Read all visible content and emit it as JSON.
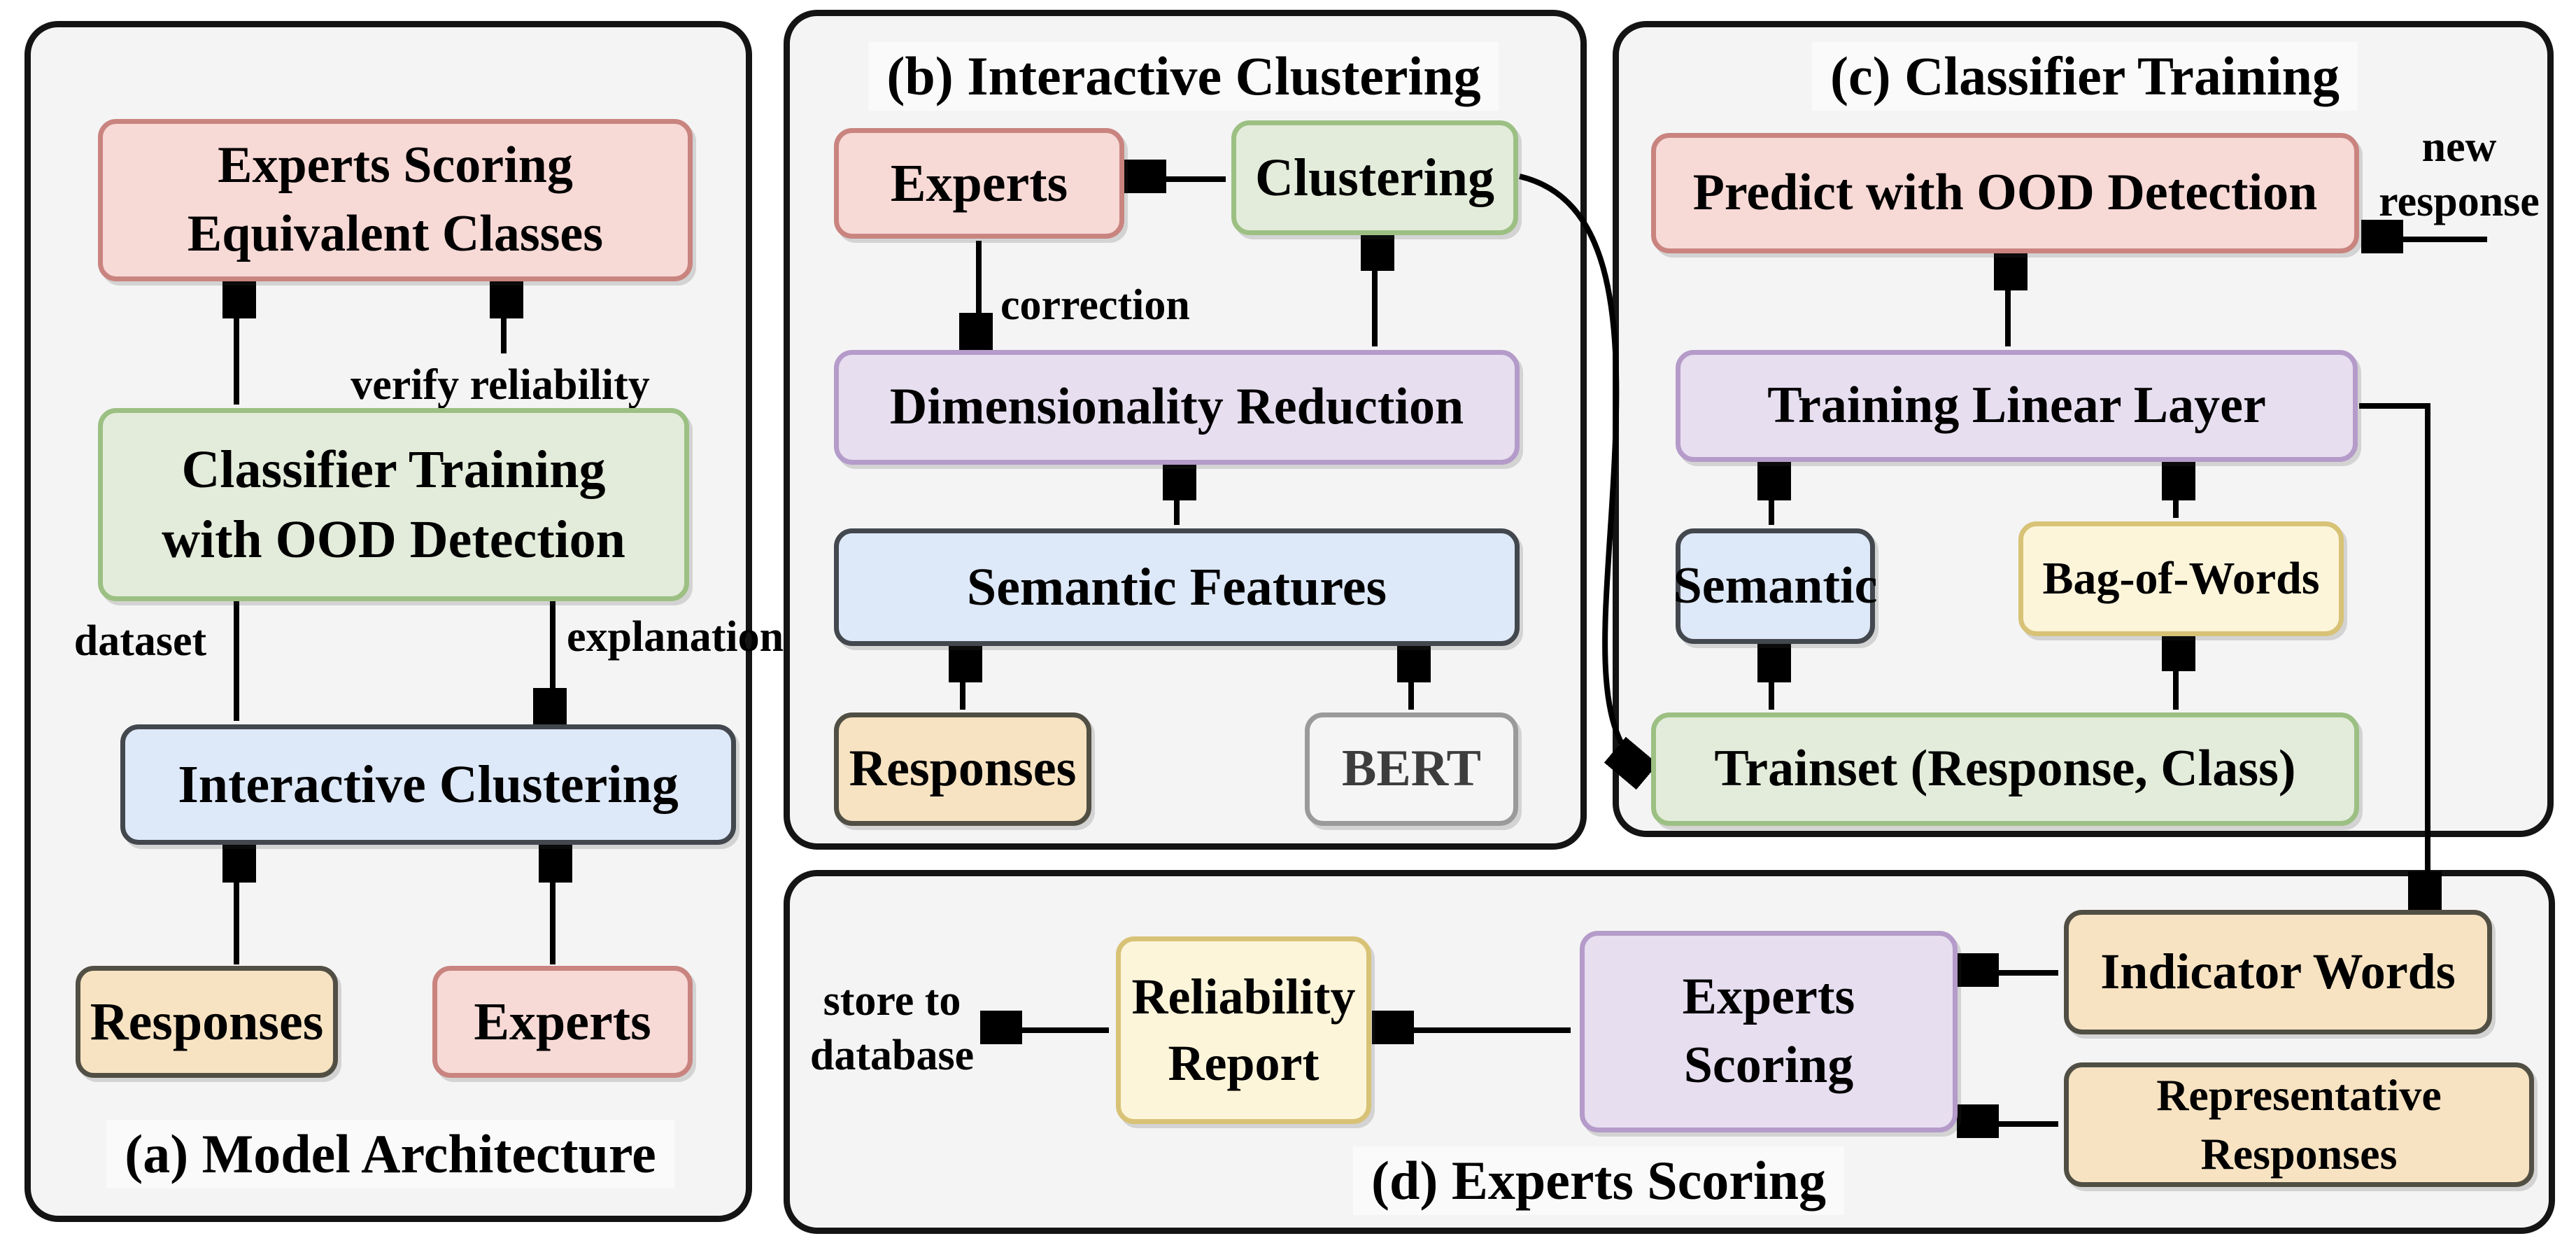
{
  "figure": "model architecture flow diagram",
  "colors": {
    "panel_bg": "#f4f4f4",
    "panel_border": "#141414",
    "pink_fill": "#f7d9d6",
    "pink_border": "#c9847f",
    "green_fill": "#e3ecda",
    "green_border": "#9cc083",
    "blue_fill": "#dde8f8",
    "blue_border": "#43474e",
    "orange_fill": "#f7e3c2",
    "orange_border": "#514f44",
    "purple_fill": "#e7def0",
    "purple_border": "#b49bc9",
    "yellow_fill": "#fcf5da",
    "yellow_border": "#d8c276",
    "bert_fill": "#f5f5f5",
    "bert_border": "#9a9a9a",
    "arrow": "#000000"
  },
  "panel_a": {
    "caption": "(a) Model Architecture",
    "boxes": {
      "experts_scoring": "Experts Scoring\nEquivalent Classes",
      "classifier_training": "Classifier Training\nwith OOD Detection",
      "interactive_clustering": "Interactive Clustering",
      "responses": "Responses",
      "experts": "Experts"
    },
    "labels": {
      "verify_reliability": "verify reliability",
      "dataset": "dataset",
      "explanation": "explanation"
    }
  },
  "panel_b": {
    "title": "(b) Interactive Clustering",
    "boxes": {
      "experts": "Experts",
      "clustering": "Clustering",
      "dimensionality_reduction": "Dimensionality Reduction",
      "semantic_features": "Semantic Features",
      "responses": "Responses",
      "bert": "BERT"
    },
    "labels": {
      "correction": "correction"
    }
  },
  "panel_c": {
    "title": "(c) Classifier Training",
    "boxes": {
      "predict": "Predict with OOD Detection",
      "training_linear_layer": "Training Linear Layer",
      "semantic": "Semantic",
      "bag_of_words": "Bag-of-Words",
      "trainset": "Trainset (Response, Class)"
    },
    "labels": {
      "new_response": "new\nresponse"
    }
  },
  "panel_d": {
    "caption": "(d) Experts Scoring",
    "boxes": {
      "reliability_report": "Reliability\nReport",
      "experts_scoring": "Experts\nScoring",
      "indicator_words": "Indicator Words",
      "representative_responses": "Representative Responses"
    },
    "labels": {
      "store_to_database": "store to\ndatabase"
    }
  }
}
